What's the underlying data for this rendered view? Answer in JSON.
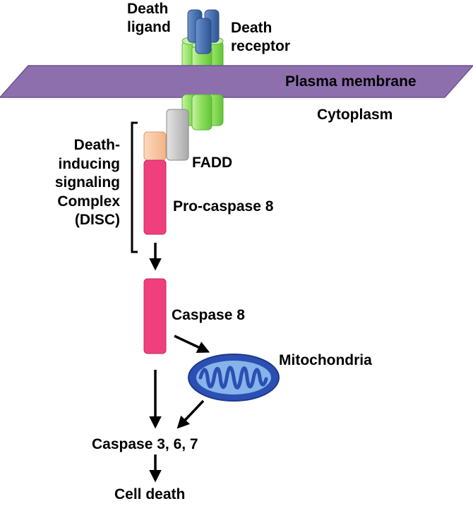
{
  "labels": {
    "death_ligand": [
      "Death",
      "ligand"
    ],
    "death_receptor": [
      "Death",
      "receptor"
    ],
    "plasma_membrane": "Plasma membrane",
    "cytoplasm": "Cytoplasm",
    "disc": [
      "Death-",
      "inducing",
      "signaling",
      "Complex",
      "(DISC)"
    ],
    "fadd": "FADD",
    "pro_caspase_8": "Pro-caspase 8",
    "caspase_8": "Caspase 8",
    "mitochondria": "Mitochondria",
    "caspase_3_6_7": "Caspase 3, 6, 7",
    "cell_death": "Cell death"
  },
  "colors": {
    "membrane": "#8e6fae",
    "receptor": "#a6e77a",
    "ligand": "#4a73b2",
    "fadd_box": "#c8c8c8",
    "dd_box": "#f8c7a2",
    "caspase": "#ef3f7d",
    "mitochondria_outer": "#2c4fb3",
    "mitochondria_inner": "#86b4ea"
  }
}
